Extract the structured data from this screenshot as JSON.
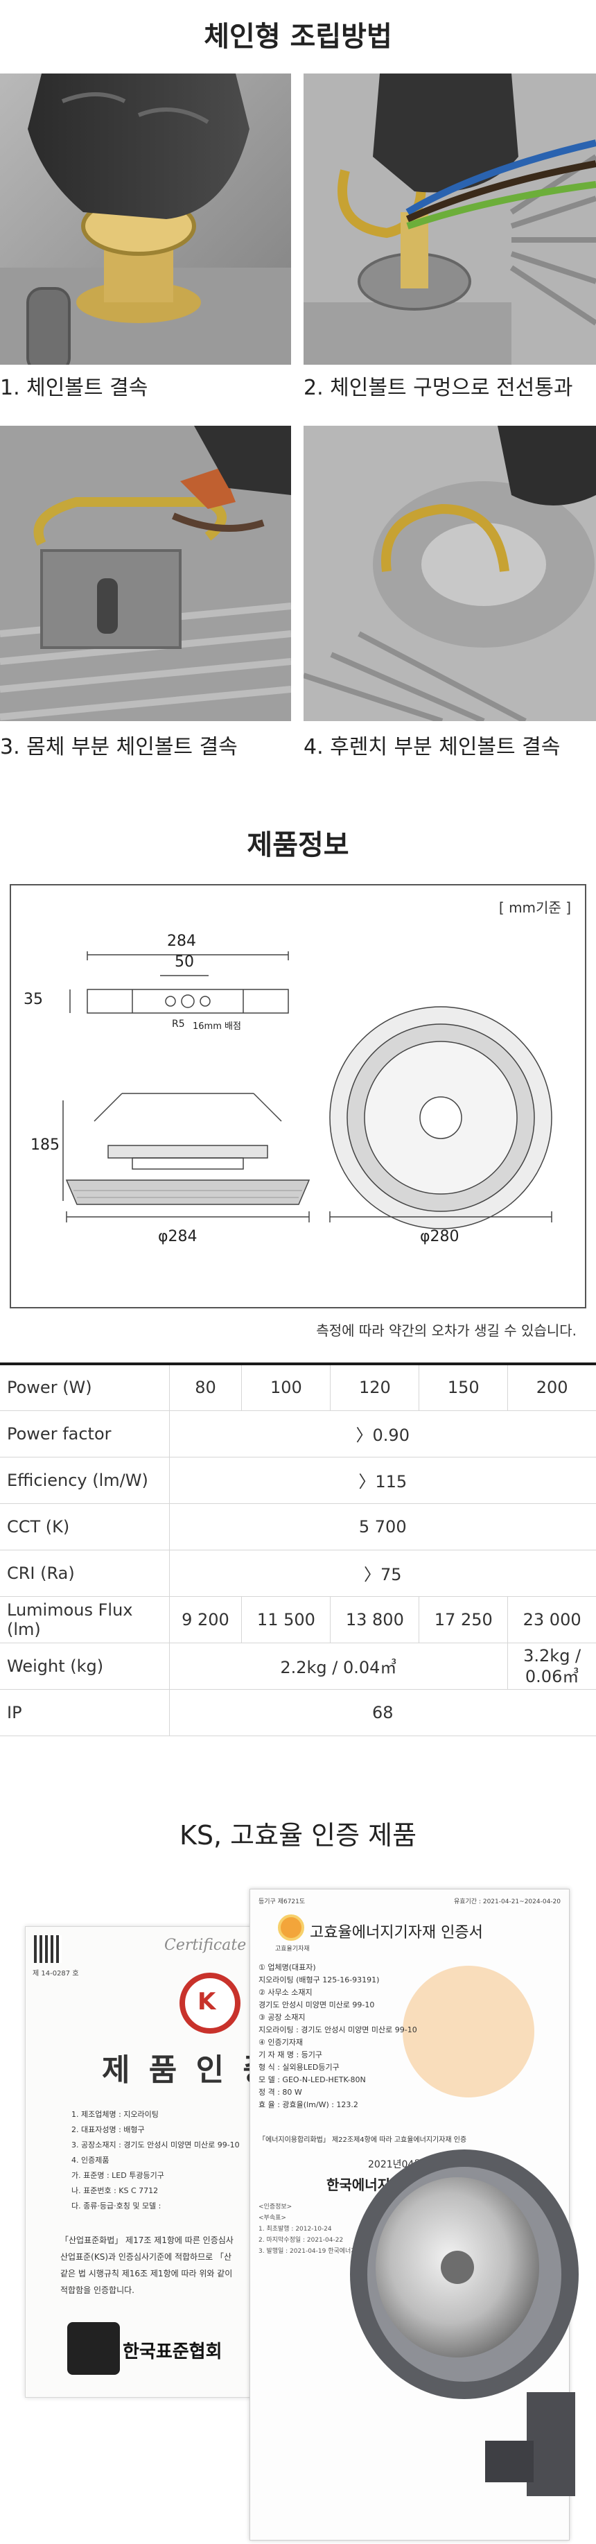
{
  "assembly": {
    "title": "체인형 조립방법",
    "steps": [
      {
        "caption": "1. 체인볼트 결속"
      },
      {
        "caption": "2. 체인볼트 구멍으로 전선통과"
      },
      {
        "caption": "3. 몸체 부분 체인볼트 결속"
      },
      {
        "caption": "4. 후렌치 부분 체인볼트 결속"
      }
    ]
  },
  "product_info": {
    "title": "제품정보",
    "unit_label": "[ mm기준 ]",
    "dims": {
      "bracket_width": "284",
      "bracket_hole": "50",
      "bracket_height": "35",
      "radius": "R5",
      "hole_note": "16mm 배점",
      "side_height": "185",
      "side_diameter": "φ284",
      "front_diameter": "φ280"
    },
    "tolerance_note": "측정에 따라 약간의 오차가 생길 수 있습니다."
  },
  "spec_table": {
    "power": {
      "label": "Power (W)",
      "values": [
        "80",
        "100",
        "120",
        "150",
        "200"
      ]
    },
    "power_factor": {
      "label": "Power factor",
      "value": "〉0.90"
    },
    "efficiency": {
      "label": "Efficiency (lm/W)",
      "value": "〉115"
    },
    "cct": {
      "label": "CCT (K)",
      "value": "5 700"
    },
    "cri": {
      "label": "CRI (Ra)",
      "value": "〉75"
    },
    "flux": {
      "label": "Lumimous Flux (lm)",
      "values": [
        "9 200",
        "11 500",
        "13 800",
        "17 250",
        "23 000"
      ]
    },
    "weight": {
      "label": "Weight (kg)",
      "value_small": "2.2kg / 0.04㎥",
      "value_large_1": "3.2kg /",
      "value_large_2": "0.06㎥"
    },
    "ip": {
      "label": "IP",
      "value": "68"
    }
  },
  "certification": {
    "title": "KS, 고효율 인증 제품",
    "ks": {
      "header_no": "제 14-0287 호",
      "script": "Certificate",
      "title": "제 품 인 증 서",
      "rows": [
        "1. 제조업체명 : 지오라이팅",
        "2. 대표자성명 : 배형구",
        "3. 공장소재지 : 경기도 안성시 미양면 미산로 99-10",
        "4. 인증제품",
        "가. 표준명 : LED 투광등기구",
        "나. 표준번호 : KS C 7712",
        "다. 종류·등급·호칭 및 모델 :"
      ],
      "body": [
        "「산업표준화법」 제17조 제1항에 따른 인증심사",
        "산업표준(KS)과 인증심사기준에 적합하므로 「산",
        "같은 법 시행규칙 제16조 제1항에 따라 위와 같이",
        "적합함을 인증합니다."
      ],
      "issuer": "한국표준협회"
    },
    "efficiency_cert": {
      "header_left": "등기구 제6721도",
      "header_right": "유효기간 : 2021-04-21~2024-04-20",
      "org_small": "고효율기자재",
      "title": "고효율에너지기자재 인증서",
      "rows": [
        "① 업체명(대표자)",
        "지오라이팅 (배형구 125-16-93191)",
        "② 사무소 소재지",
        "경기도 안성시 미양면 미산로 99-10",
        "③ 공장 소재지",
        "지오라이팅 : 경기도 안성시 미양면 미산로 99-10",
        "④ 인증기자재",
        "기 자 재 명 : 등기구",
        "형     식 : 실외용LED등기구",
        "모     델 : GEO-N-LED-HETK-80N",
        "정     격 : 80 W",
        "효     율 : 광효율(lm/W) : 123.2"
      ],
      "body": "「에너지이용합리화법」 제22조제4항에 따라 고효율에너지기자재 인증",
      "date": "2021년04월2",
      "issuer": "한국에너지공",
      "footer": [
        "<인증정보>",
        "<부속표>",
        "1. 최초발행 : 2012-10-24",
        "2. 마지막수정일 : 2021-04-22",
        "3. 발행일 : 2021-04-19 한국에너지공단"
      ]
    }
  }
}
